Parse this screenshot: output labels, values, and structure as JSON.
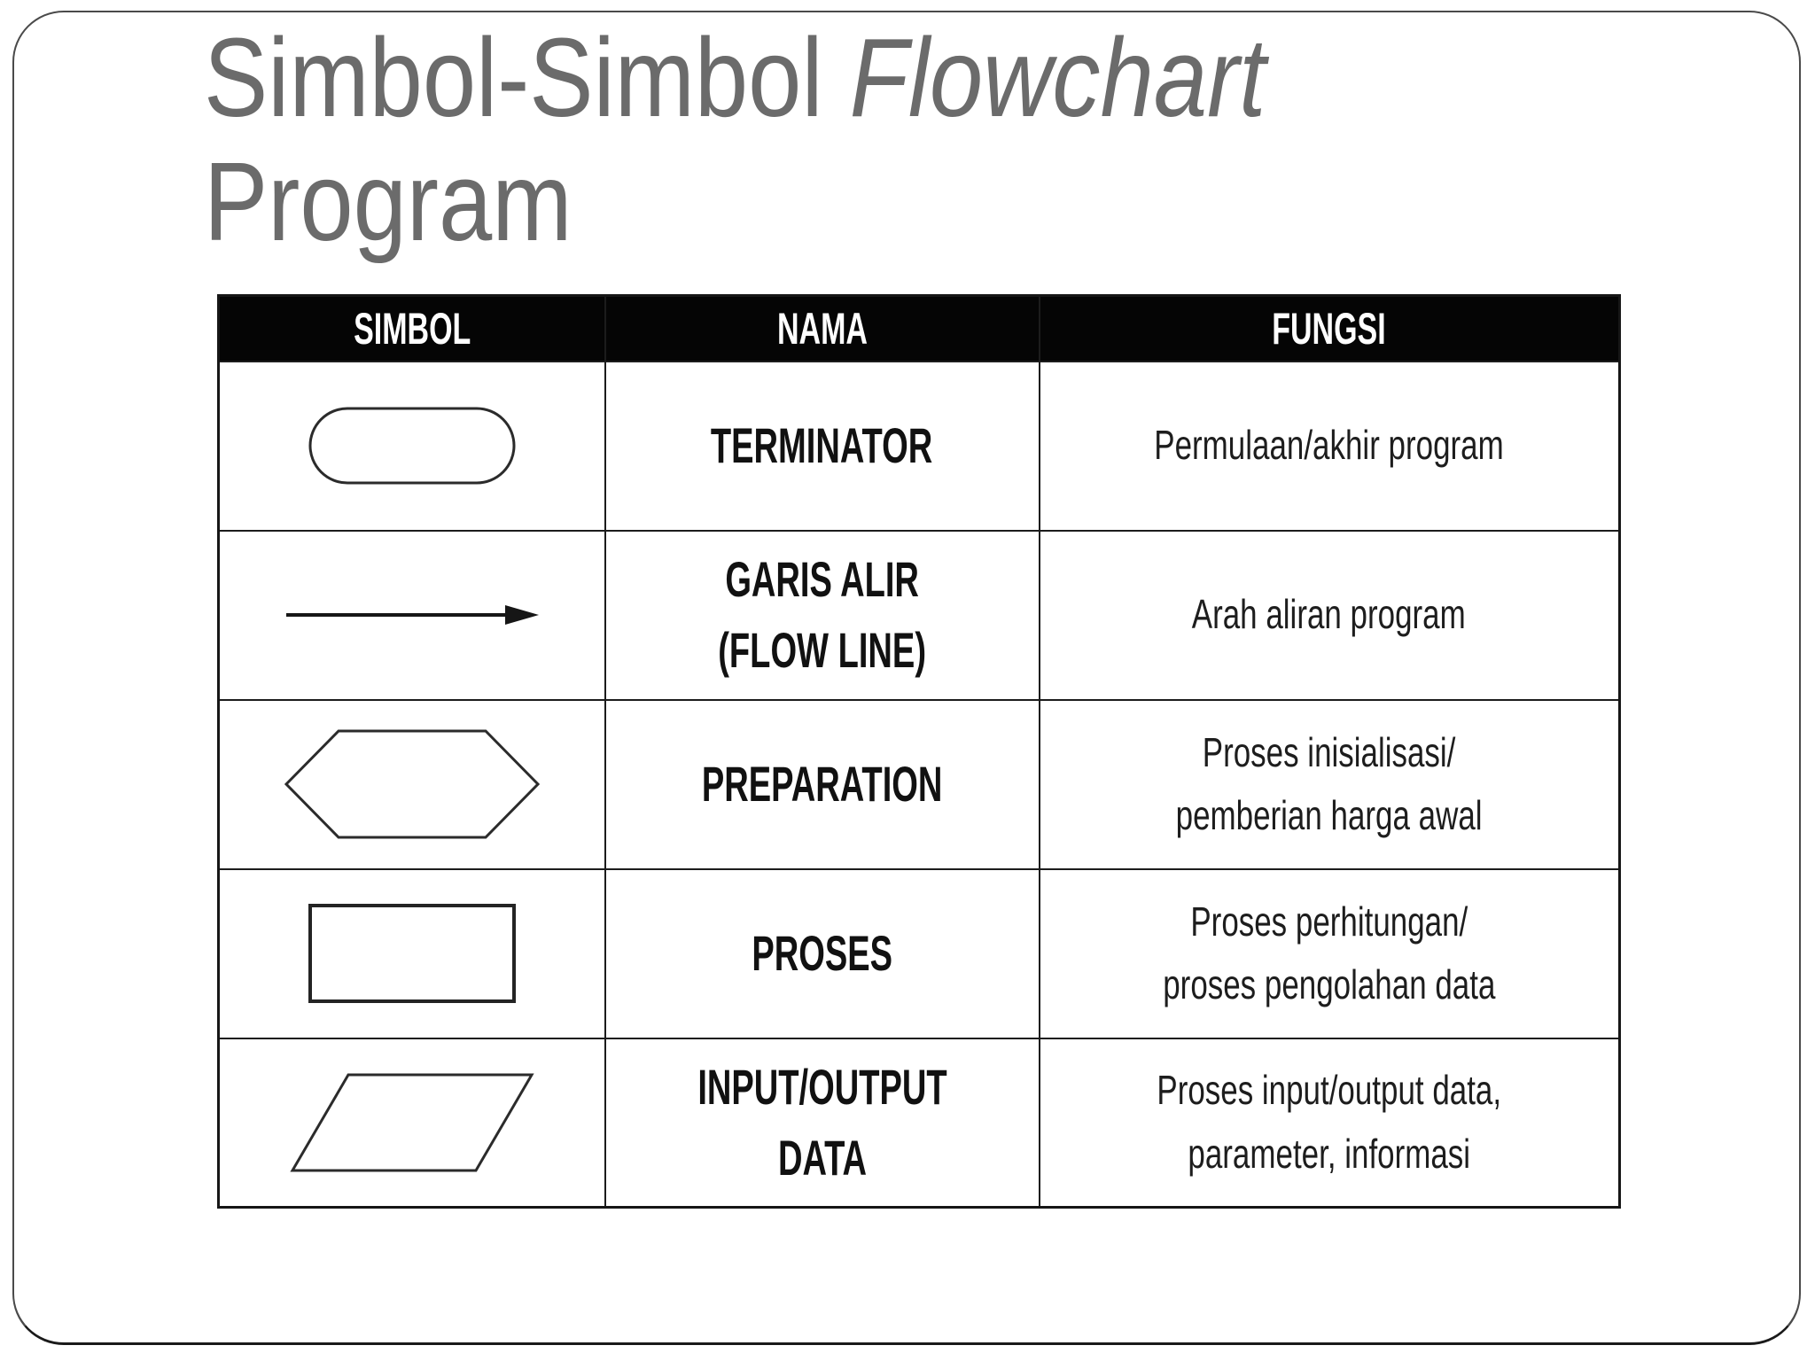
{
  "slide": {
    "title": {
      "regular": "Simbol-Simbol ",
      "italic": "Flowchart",
      "line2": "Program"
    }
  },
  "colors": {
    "title_gray": "#6b6b6b",
    "header_bg": "#050505",
    "header_text": "#ffffff",
    "border": "#1c1c1c",
    "body_text": "#111111"
  },
  "table": {
    "headers": [
      "SIMBOL",
      "NAMA",
      "FUNGSI"
    ],
    "rows": [
      {
        "symbol_icon": "terminator-icon",
        "nama": "TERMINATOR",
        "fungsi": "Permulaan/akhir program"
      },
      {
        "symbol_icon": "flow-line-arrow-icon",
        "nama": "GARIS ALIR\n(FLOW LINE)",
        "fungsi": "Arah aliran program"
      },
      {
        "symbol_icon": "preparation-hexagon-icon",
        "nama": "PREPARATION",
        "fungsi": "Proses inisialisasi/\npemberian harga awal"
      },
      {
        "symbol_icon": "process-rectangle-icon",
        "nama": "PROSES",
        "fungsi": "Proses perhitungan/\nproses pengolahan data"
      },
      {
        "symbol_icon": "input-output-parallelogram-icon",
        "nama": "INPUT/OUTPUT DATA",
        "fungsi": "Proses input/output data,\nparameter, informasi"
      }
    ]
  }
}
